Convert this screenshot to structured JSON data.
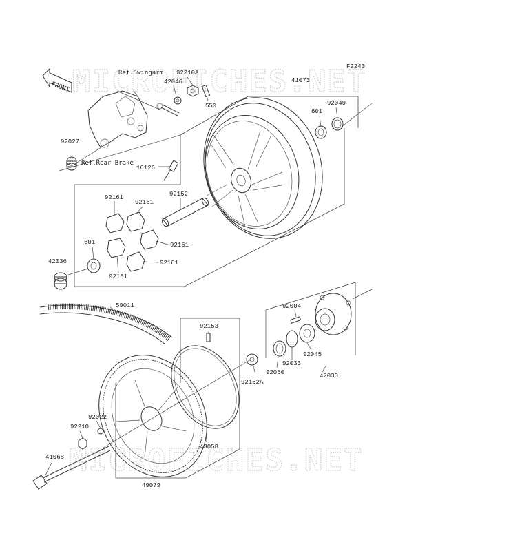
{
  "diagram_code": "F2240",
  "watermark": {
    "text": "MICROFICHES.NET"
  },
  "front_badge": {
    "text": "FRONT"
  },
  "references": {
    "swingarm": "Ref.Swingarm",
    "rear_brake": "Ref.Rear Brake"
  },
  "parts": [
    {
      "id": "p92210A",
      "number": "92210A"
    },
    {
      "id": "p42046",
      "number": "42046"
    },
    {
      "id": "p550",
      "number": "550"
    },
    {
      "id": "p41073",
      "number": "41073"
    },
    {
      "id": "p601a",
      "number": "601"
    },
    {
      "id": "p92049",
      "number": "92049"
    },
    {
      "id": "p92027",
      "number": "92027"
    },
    {
      "id": "p16126",
      "number": "16126"
    },
    {
      "id": "p92161a",
      "number": "92161"
    },
    {
      "id": "p92161b",
      "number": "92161"
    },
    {
      "id": "p92152",
      "number": "92152"
    },
    {
      "id": "p601b",
      "number": "601"
    },
    {
      "id": "p92161c",
      "number": "92161"
    },
    {
      "id": "p42036",
      "number": "42036"
    },
    {
      "id": "p92161d",
      "number": "92161"
    },
    {
      "id": "p92161e",
      "number": "92161"
    },
    {
      "id": "p59011",
      "number": "59011"
    },
    {
      "id": "p92004",
      "number": "92004"
    },
    {
      "id": "p92153",
      "number": "92153"
    },
    {
      "id": "p92033",
      "number": "92033"
    },
    {
      "id": "p92045",
      "number": "92045"
    },
    {
      "id": "p92050",
      "number": "92050"
    },
    {
      "id": "p92152A",
      "number": "92152A"
    },
    {
      "id": "p42033",
      "number": "42033"
    },
    {
      "id": "p92022",
      "number": "92022"
    },
    {
      "id": "p92210",
      "number": "92210"
    },
    {
      "id": "p43058",
      "number": "43058"
    },
    {
      "id": "p41068",
      "number": "41068"
    },
    {
      "id": "p49079",
      "number": "49079"
    }
  ]
}
